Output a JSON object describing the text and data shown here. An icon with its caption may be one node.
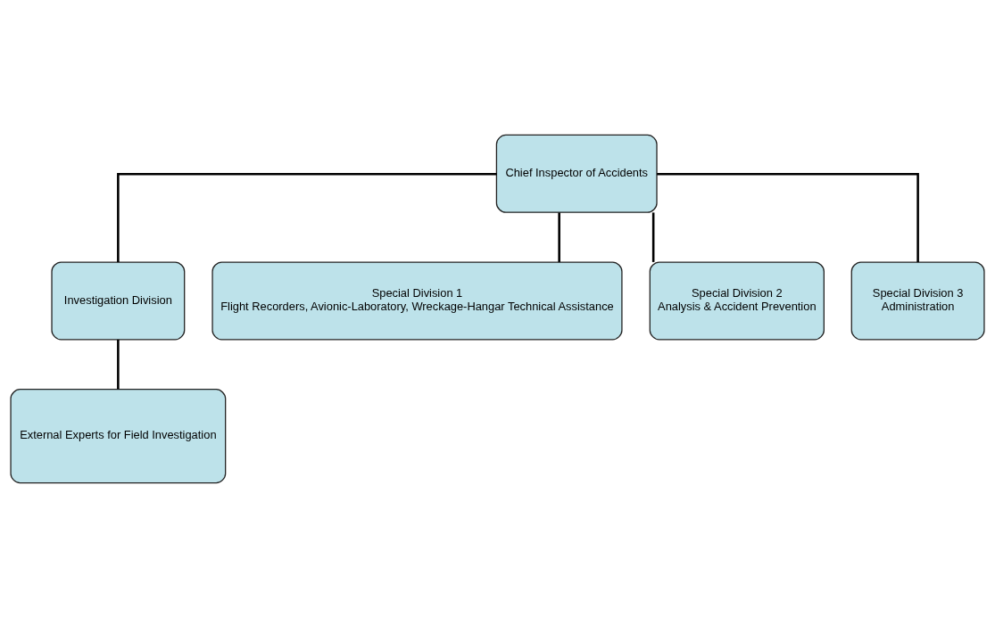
{
  "diagram": {
    "nodes": [
      {
        "text": [
          "Chief Inspector of Accidents"
        ]
      },
      {
        "text": [
          "Investigation Division"
        ]
      },
      {
        "text": [
          "Special Division 1",
          "Flight Recorders, Avionic-Laboratory, Wreckage-Hangar Technical Assistance"
        ]
      },
      {
        "text": [
          "Special Division 2",
          "Analysis & Accident Prevention"
        ]
      },
      {
        "text": [
          "Special Division 3",
          "Administration"
        ]
      },
      {
        "text": [
          "External Experts for Field Investigation"
        ]
      }
    ],
    "edges": [
      {
        "from": 0,
        "to": 1,
        "arrow": "none"
      },
      {
        "from": 0,
        "to": 2,
        "arrow": "none"
      },
      {
        "from": 0,
        "to": 3,
        "arrow": "none"
      },
      {
        "from": 0,
        "to": 4,
        "arrow": "none"
      },
      {
        "from": 1,
        "to": 5,
        "arrow": "none"
      }
    ]
  }
}
